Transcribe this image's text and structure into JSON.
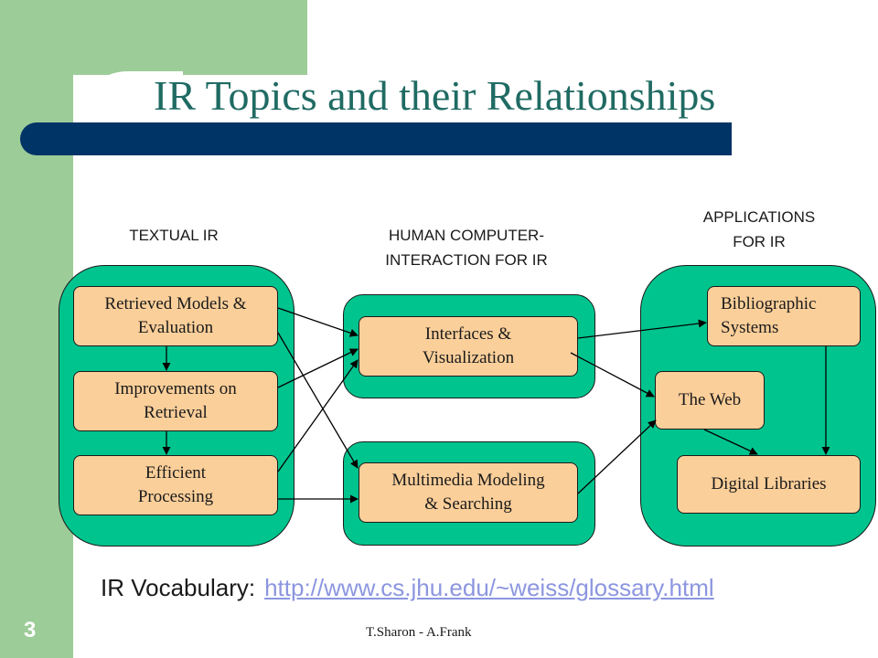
{
  "slide": {
    "title": "IR Topics and their Relationships",
    "slide_number": "3",
    "footer": "T.Sharon - A.Frank"
  },
  "groups": {
    "textual": "TEXTUAL IR",
    "hci": "HUMAN COMPUTER-\nINTERACTION FOR IR",
    "applications": "APPLICATIONS\nFOR IR"
  },
  "nodes": {
    "retrieved_models": "Retrieved Models &\nEvaluation",
    "improvements": "Improvements on\nRetrieval",
    "efficient": "Efficient\nProcessing",
    "interfaces": "Interfaces &\nVisualization",
    "multimedia": "Multimedia Modeling\n& Searching",
    "bibliographic": "Bibliographic\nSystems",
    "the_web": "The Web",
    "digital_libraries": "Digital Libraries"
  },
  "vocabulary": {
    "label": "IR Vocabulary:",
    "link": "http://www.cs.jhu.edu/~weiss/glossary.html"
  },
  "colors": {
    "side_band": "#9ccc98",
    "title_bar": "#003366",
    "title_text": "#1f6b63",
    "group_fill": "#00c48e",
    "node_fill": "#fbcf9a",
    "link": "#8c96e0"
  }
}
